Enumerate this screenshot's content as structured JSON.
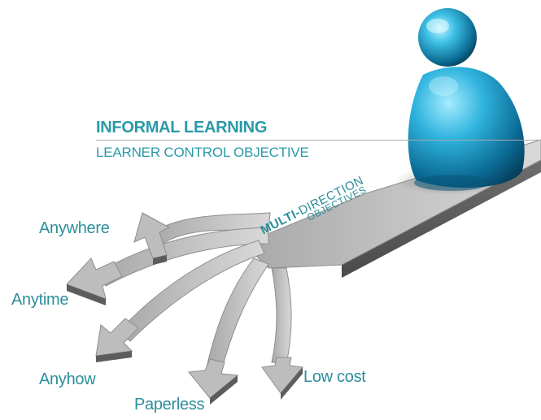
{
  "heading": {
    "title": "INFORMAL LEARNING",
    "subtitle": "LEARNER CONTROL OBJECTIVE"
  },
  "center": {
    "line1_bold": "MULTI-",
    "line1_rest": "DIRECTION",
    "line2": "OBJECTIVES"
  },
  "branches": {
    "anywhere": "Anywhere",
    "anytime": "Anytime",
    "anyhow": "Anyhow",
    "paperless": "Paperless",
    "low_cost": "Low cost"
  },
  "colors": {
    "accent": "#2a9aa8",
    "figure": "#1e9cc4",
    "arrow": "#bcbcbc"
  },
  "icons": {
    "figure": "person-figure-icon"
  }
}
